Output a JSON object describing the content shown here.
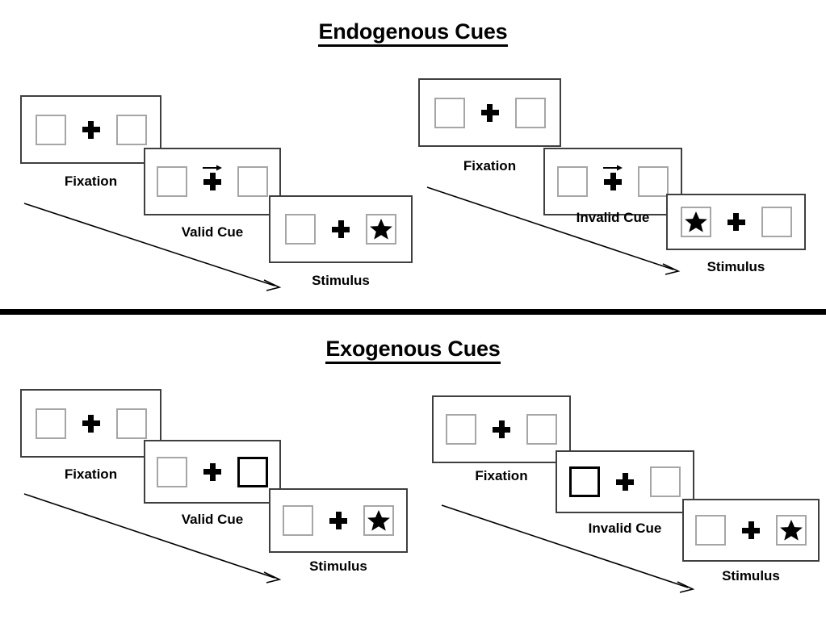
{
  "sections": [
    {
      "id": "endogenous",
      "title": "Endogenous Cues",
      "cue_type": "arrow",
      "trials": [
        {
          "id": "endogenous-valid",
          "condition": "valid",
          "frames": [
            {
              "caption": "Fixation",
              "cue": "none",
              "target": "none"
            },
            {
              "caption": "Valid Cue",
              "cue": "arrow-right",
              "target": "none"
            },
            {
              "caption": "Stimulus",
              "cue": "none",
              "target": "right"
            }
          ]
        },
        {
          "id": "endogenous-invalid",
          "condition": "invalid",
          "frames": [
            {
              "caption": "Fixation",
              "cue": "none",
              "target": "none"
            },
            {
              "caption": "Invalid Cue",
              "cue": "arrow-right",
              "target": "none"
            },
            {
              "caption": "Stimulus",
              "cue": "none",
              "target": "left"
            }
          ]
        }
      ]
    },
    {
      "id": "exogenous",
      "title": "Exogenous Cues",
      "cue_type": "box-highlight",
      "trials": [
        {
          "id": "exogenous-valid",
          "condition": "valid",
          "frames": [
            {
              "caption": "Fixation",
              "cue": "none",
              "target": "none"
            },
            {
              "caption": "Valid Cue",
              "cue": "box-right",
              "target": "none"
            },
            {
              "caption": "Stimulus",
              "cue": "none",
              "target": "right"
            }
          ]
        },
        {
          "id": "exogenous-invalid",
          "condition": "invalid",
          "frames": [
            {
              "caption": "Fixation",
              "cue": "none",
              "target": "none"
            },
            {
              "caption": "Invalid Cue",
              "cue": "box-left",
              "target": "none"
            },
            {
              "caption": "Stimulus",
              "cue": "none",
              "target": "right"
            }
          ]
        }
      ]
    }
  ],
  "icons": {
    "star": "star-icon",
    "fixation_cross": "fixation-cross-icon",
    "cue_arrow": "arrow-right-icon",
    "time_arrow": "time-progression-arrow-icon"
  },
  "colors": {
    "frame_border": "#3f3f3f",
    "box_border": "#a6a6a6",
    "cue_border": "#000000",
    "ink": "#000000",
    "background": "#ffffff",
    "divider": "#000000"
  }
}
